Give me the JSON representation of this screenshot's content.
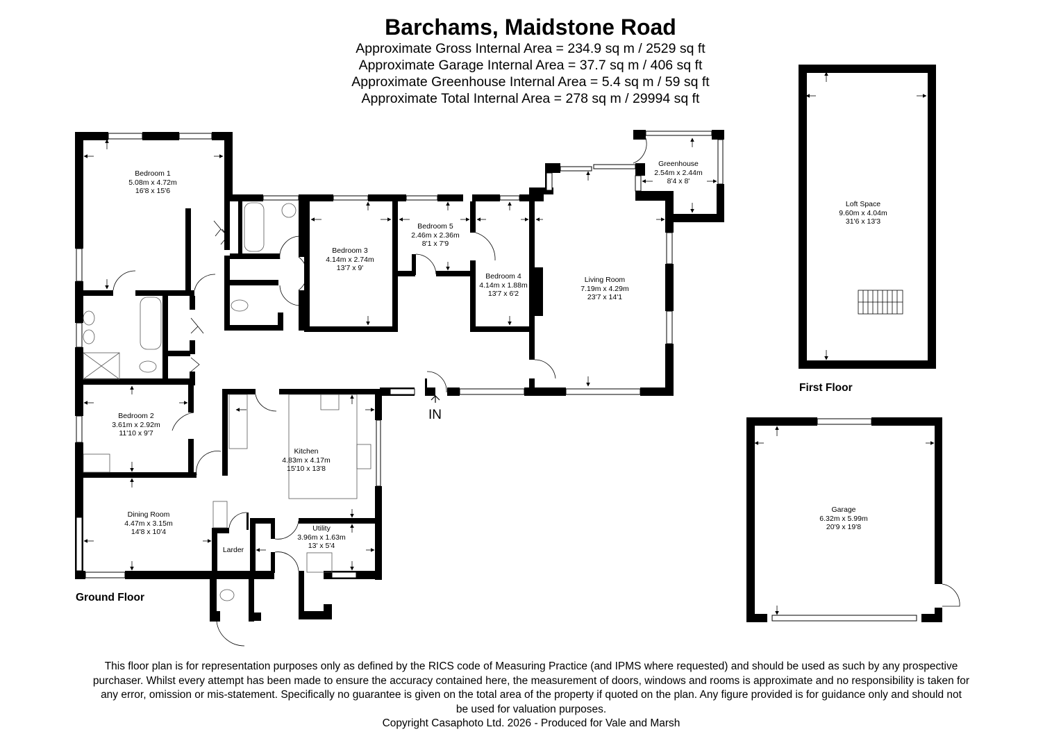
{
  "header": {
    "title": "Barchams, Maidstone Road",
    "areas": [
      "Approximate Gross Internal Area = 234.9 sq m / 2529 sq ft",
      "Approximate Garage Internal Area = 37.7 sq m / 406 sq ft",
      "Approximate Greenhouse Internal Area = 5.4 sq m / 59 sq ft",
      "Approximate Total Internal Area = 278 sq m / 29994 sq ft"
    ]
  },
  "floors": {
    "ground": "Ground Floor",
    "first": "First Floor"
  },
  "entrance": {
    "label": "IN"
  },
  "rooms": {
    "bedroom1": {
      "name": "Bedroom 1",
      "metric": "5.08m x 4.72m",
      "imperial": "16'8 x 15'6"
    },
    "bedroom2": {
      "name": "Bedroom 2",
      "metric": "3.61m x 2.92m",
      "imperial": "11'10 x 9'7"
    },
    "bedroom3": {
      "name": "Bedroom 3",
      "metric": "4.14m x 2.74m",
      "imperial": "13'7 x 9'"
    },
    "bedroom4": {
      "name": "Bedroom 4",
      "metric": "4.14m x 1.88m",
      "imperial": "13'7 x 6'2"
    },
    "bedroom5": {
      "name": "Bedroom 5",
      "metric": "2.46m x 2.36m",
      "imperial": "8'1 x 7'9"
    },
    "living": {
      "name": "Living Room",
      "metric": "7.19m x 4.29m",
      "imperial": "23'7 x 14'1"
    },
    "greenhouse": {
      "name": "Greenhouse",
      "metric": "2.54m x 2.44m",
      "imperial": "8'4 x 8'"
    },
    "kitchen": {
      "name": "Kitchen",
      "metric": "4.83m x 4.17m",
      "imperial": "15'10 x 13'8"
    },
    "dining": {
      "name": "Dining Room",
      "metric": "4.47m x 3.15m",
      "imperial": "14'8 x 10'4"
    },
    "utility": {
      "name": "Utility",
      "metric": "3.96m x 1.63m",
      "imperial": "13' x 5'4"
    },
    "larder": {
      "name": "Larder"
    },
    "loft": {
      "name": "Loft Space",
      "metric": "9.60m x 4.04m",
      "imperial": "31'6 x 13'3"
    },
    "garage": {
      "name": "Garage",
      "metric": "6.32m x 5.99m",
      "imperial": "20'9 x 19'8"
    }
  },
  "footer": {
    "disclaimer_lines": [
      "This floor plan is for representation purposes only as defined by the RICS code of Measuring Practice (and IPMS where requested) and should be used as such by any prospective",
      "purchaser. Whilst every attempt has been made to ensure the accuracy contained here, the measurement of doors, windows and rooms is approximate and no responsibility is taken for",
      "any error, omission or mis-statement. Specifically no guarantee is given on the total area of the property if quoted on the plan. Any figure provided is for guidance only and should not",
      "be used for valuation purposes."
    ],
    "copyright": "Copyright Casaphoto Ltd. 2026 - Produced for Vale and Marsh"
  },
  "colors": {
    "wall": "#000000",
    "background": "#ffffff",
    "fixture": "#666666"
  }
}
